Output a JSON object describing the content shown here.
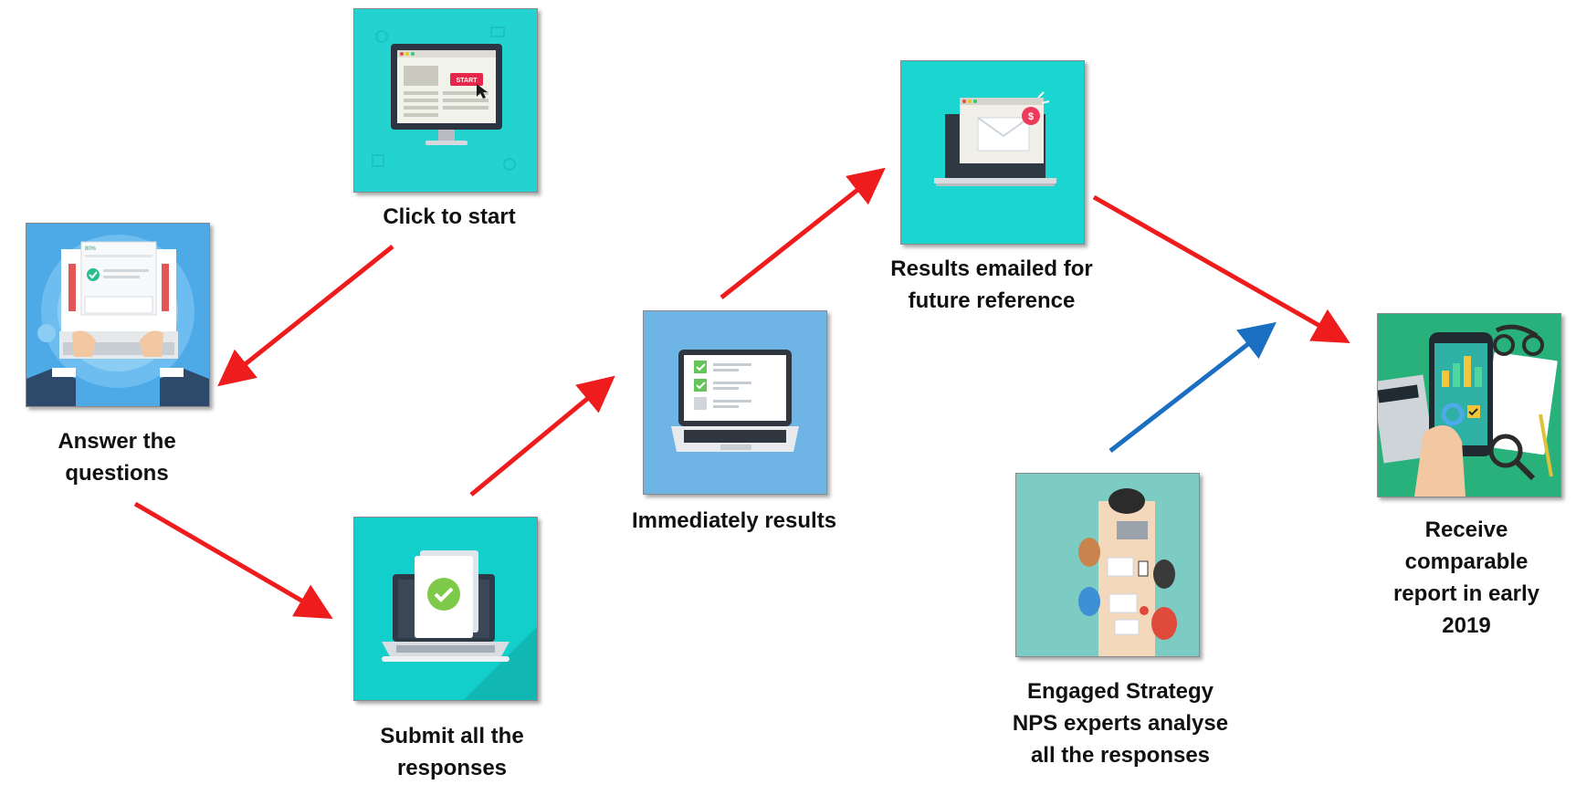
{
  "steps": [
    {
      "id": "click-to-start",
      "label": "Click to start"
    },
    {
      "id": "answer-questions",
      "label": "Answer the\nquestions"
    },
    {
      "id": "submit-responses",
      "label": "Submit all the\nresponses"
    },
    {
      "id": "immediately-results",
      "label": "Immediately results"
    },
    {
      "id": "results-emailed",
      "label": "Results emailed for\nfuture reference"
    },
    {
      "id": "experts-analyse",
      "label": "Engaged Strategy\nNPS experts analyse\nall the responses"
    },
    {
      "id": "receive-report",
      "label": "Receive\ncomparable\nreport in early\n2019"
    }
  ],
  "illustrations": {
    "start_button_text": "START",
    "progress_text": "80%",
    "currency_symbol": "$"
  },
  "flow": [
    {
      "from": "click-to-start",
      "to": "answer-questions",
      "color": "#ee1c1c"
    },
    {
      "from": "answer-questions",
      "to": "submit-responses",
      "color": "#ee1c1c"
    },
    {
      "from": "submit-responses",
      "to": "immediately-results",
      "color": "#ee1c1c"
    },
    {
      "from": "immediately-results",
      "to": "results-emailed",
      "color": "#ee1c1c"
    },
    {
      "from": "results-emailed",
      "to": "receive-report",
      "color": "#ee1c1c"
    },
    {
      "from": "experts-analyse",
      "to": "results-emailed-to-report-path",
      "color": "#1a6fc2"
    }
  ],
  "colors": {
    "arrow_red": "#ee1c1c",
    "arrow_blue": "#1a6fc2",
    "teal": "#1fd3cf",
    "sky": "#6fb6e6",
    "green": "#27b27a"
  }
}
